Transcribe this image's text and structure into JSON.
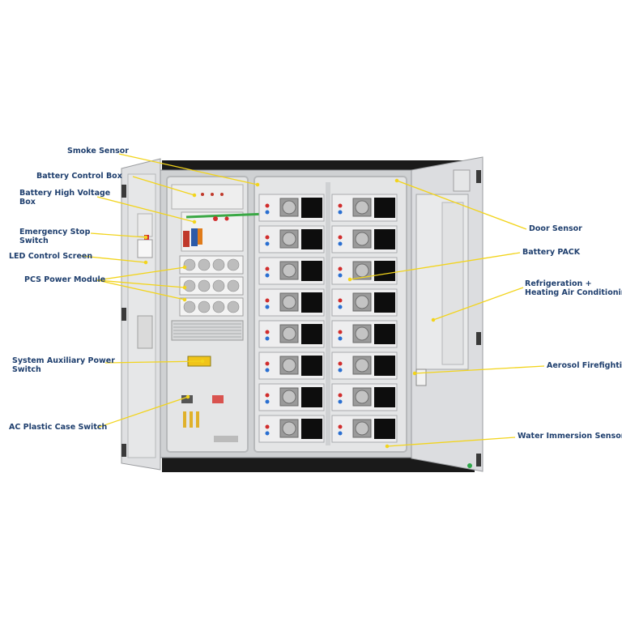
{
  "labels": {
    "smoke_sensor": "Smoke Sensor",
    "battery_control_box": "Battery Control Box",
    "battery_hv_box_line1": "Battery High Voltage",
    "battery_hv_box_line2": "Box",
    "emergency_stop_line1": "Emergency Stop",
    "emergency_stop_line2": "Switch",
    "led_control_screen": "LED Control Screen",
    "pcs_power_module": "PCS Power Module",
    "sys_aux_line1": "System Auxiliary Power",
    "sys_aux_line2": "Switch",
    "ac_plastic_case": "AC Plastic Case Switch",
    "door_sensor": "Door Sensor",
    "battery_pack": "Battery PACK",
    "refrigeration_line1": "Refrigeration +",
    "refrigeration_line2": "Heating Air Conditioning",
    "aerosol": "Aerosol Firefighting",
    "water_immersion": "Water Immersion Sensor"
  },
  "colors": {
    "label_text": "#1f3f6e",
    "leader_line": "#f2d41c",
    "cabinet": "#d9dadc",
    "cabinet_dark": "#2a2a2a",
    "interior": "#e6e7e8",
    "module_fan": "#9a9a9a",
    "screen_black": "#0d0d0d"
  }
}
